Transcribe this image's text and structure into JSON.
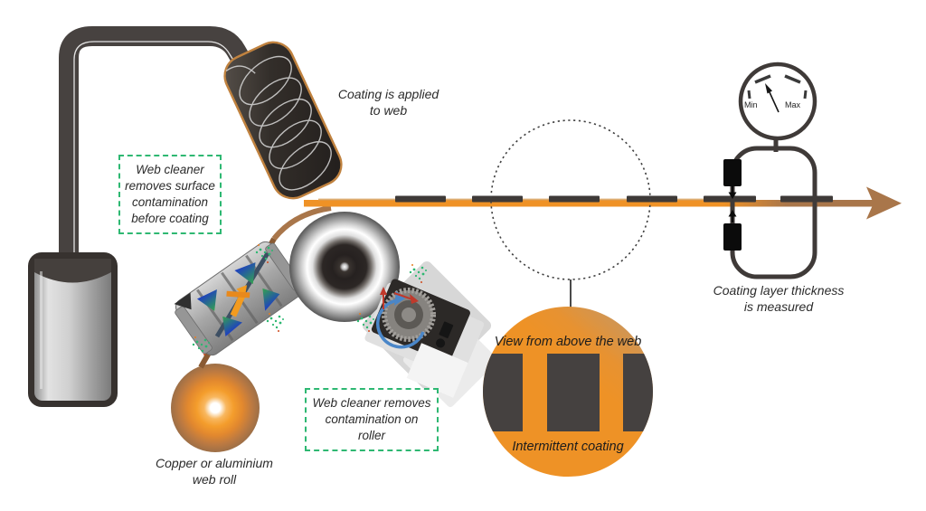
{
  "labels": {
    "coating_applied": [
      "Coating is applied",
      "to web"
    ],
    "cleaner_surface": [
      "Web cleaner",
      "removes surface",
      "contamination",
      "before coating"
    ],
    "cleaner_roller": [
      "Web cleaner removes",
      "contamination on",
      "roller"
    ],
    "web_roll": [
      "Copper or aluminium",
      "web roll"
    ],
    "magnifier_top": "View from above the web",
    "magnifier_bottom": "Intermittent coating",
    "gauge_min": "Min",
    "gauge_max": "Max",
    "thickness": [
      "Coating layer thickness",
      "is measured"
    ]
  },
  "colors": {
    "web_orange": "#ef9226",
    "web_brown": "#a9764a",
    "coating_patch": "#3e3a38",
    "machine_dark": "#474240",
    "callout_green": "#2eb872"
  }
}
